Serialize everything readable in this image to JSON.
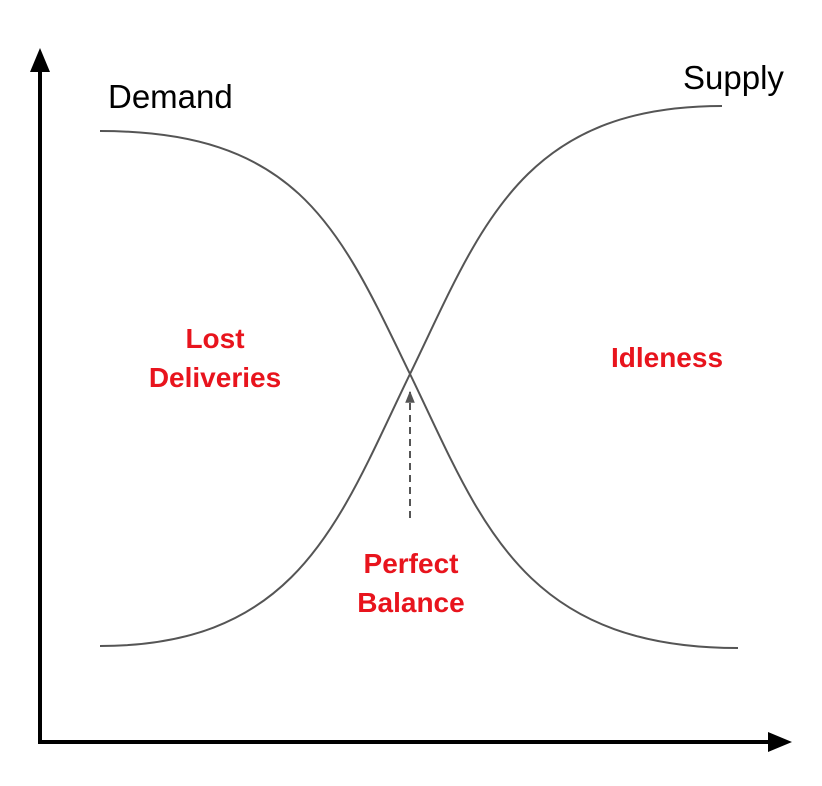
{
  "curves": {
    "demand": {
      "label": "Demand"
    },
    "supply": {
      "label": "Supply"
    }
  },
  "regions": {
    "lost_deliveries": {
      "line1": "Lost",
      "line2": "Deliveries"
    },
    "idleness": {
      "label": "Idleness"
    },
    "perfect_balance": {
      "line1": "Perfect",
      "line2": "Balance"
    }
  },
  "colors": {
    "axis": "#000000",
    "curve": "#555555",
    "region_text": "#e8141d",
    "pointer_arrow": "#555555"
  }
}
